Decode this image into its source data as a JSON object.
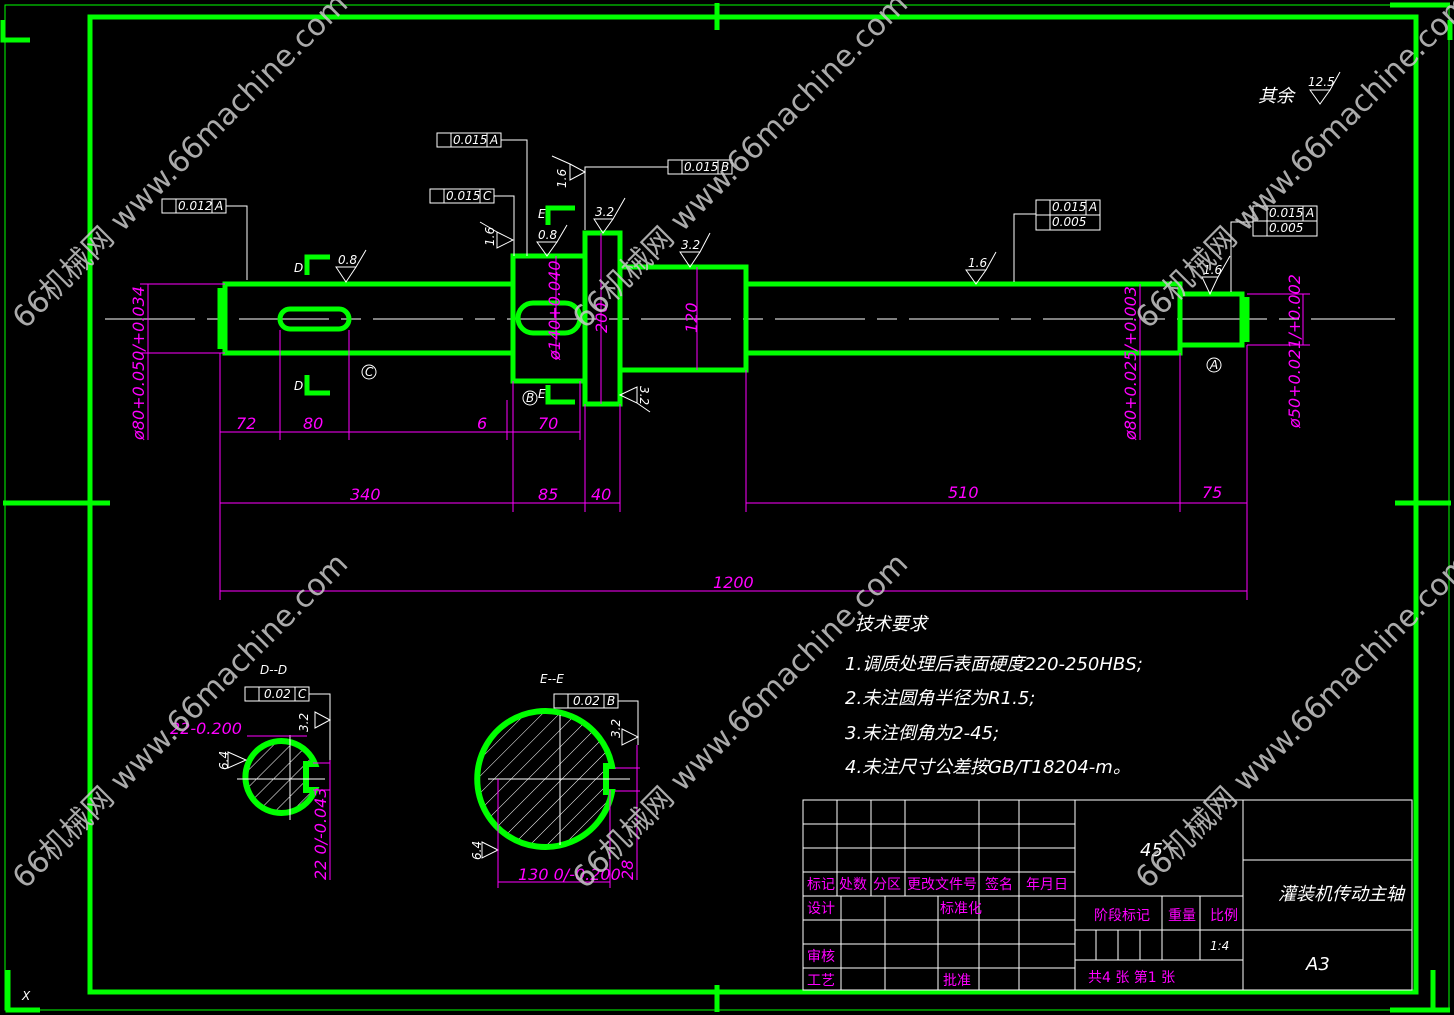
{
  "drawing": {
    "roughness_default": {
      "label": "其余",
      "value": "12.5"
    },
    "gdt": [
      {
        "symbol": "runout",
        "value": "0.012",
        "datum": "A"
      },
      {
        "symbol": "runout",
        "value": "0.015",
        "datum": "C"
      },
      {
        "symbol": "runout",
        "value": "0.015",
        "datum": "A"
      },
      {
        "symbol": "runout",
        "value": "0.015",
        "datum": "B"
      },
      {
        "symbol": "runout",
        "value": "0.015",
        "datum": "A",
        "cyl": "0.005"
      },
      {
        "symbol": "runout",
        "value": "0.015",
        "datum": "A",
        "cyl": "0.005"
      }
    ],
    "roughness": [
      "0.8",
      "1.6",
      "0.8",
      "3.2",
      "1.6",
      "3.2",
      "3.2",
      "1.6",
      "1.6"
    ],
    "datums": [
      "C",
      "B",
      "A"
    ],
    "section_marks": [
      "D",
      "D",
      "E",
      "E"
    ],
    "dimensions": {
      "d72": "72",
      "d80": "80",
      "d6": "6",
      "d70": "70",
      "d340": "340",
      "d85": "85",
      "d40": "40",
      "d510": "510",
      "d75": "75",
      "d1200": "1200",
      "dia80_left": "ø80+0.050/+0.034",
      "dia140": "ø140+0.040",
      "dia200": "200",
      "dia120": "120",
      "dia80_right": "ø80+0.025/+0.003",
      "dia50": "ø50+0.021/+0.002"
    },
    "sections": {
      "dd": {
        "title": "D--D",
        "gdt_value": "0.02",
        "gdt_datum": "C",
        "rough1": "3.2",
        "rough2": "6.4",
        "dim_width": "22-0.200",
        "dim_height": "22 0/-0.043"
      },
      "ee": {
        "title": "E--E",
        "gdt_value": "0.02",
        "gdt_datum": "B",
        "rough1": "3.2",
        "rough2": "6.4",
        "dim_width": "130 0/-0.200",
        "dim_height": "28"
      }
    }
  },
  "tech_requirements": {
    "title": "技术要求",
    "items": [
      "1.调质处理后表面硬度220-250HBS;",
      "2.未注圆角半径为R1.5;",
      "3.未注倒角为2-45;",
      "4.未注尺寸公差按GB/T18204-m。"
    ]
  },
  "title_block": {
    "material": "45",
    "part_name": "灌装机传动主轴",
    "sheet_size": "A3",
    "headers": [
      "标记",
      "处数",
      "分区",
      "更改文件号",
      "签名",
      "年月日"
    ],
    "design": "设计",
    "standardization": "标准化",
    "review": "审核",
    "process": "工艺",
    "approve": "批准",
    "stage_mark": "阶段标记",
    "weight": "重量",
    "scale_label": "比例",
    "scale": "1:4",
    "sheets": "共4 张 第1 张"
  },
  "watermark": "66机械网 www.66machine.com",
  "corner_mark": "X"
}
